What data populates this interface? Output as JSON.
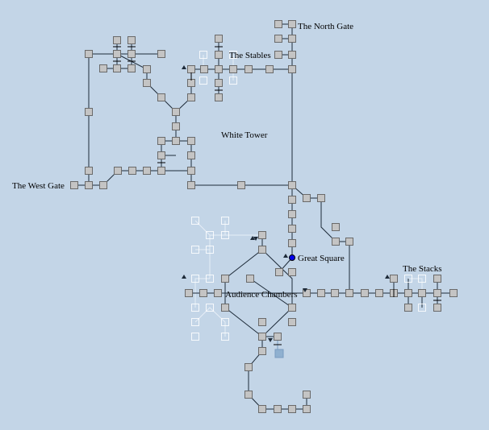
{
  "map": {
    "labels": {
      "north_gate": "The North Gate",
      "stables": "The Stables",
      "white_tower": "White Tower",
      "west_gate": "The West Gate",
      "great_square": "Great Square",
      "stacks": "The Stacks",
      "audience_chambers": "Audience Chambers"
    }
  },
  "colors": {
    "background": "#c3d5e7",
    "room_fill": "#c4c4c4",
    "room_border": "#6a6a6a",
    "exit_line": "#1d2a38",
    "ghost_line": "#eaf1f8",
    "player_marker": "#0000ee",
    "other_level_room": "#8fb0d0"
  }
}
